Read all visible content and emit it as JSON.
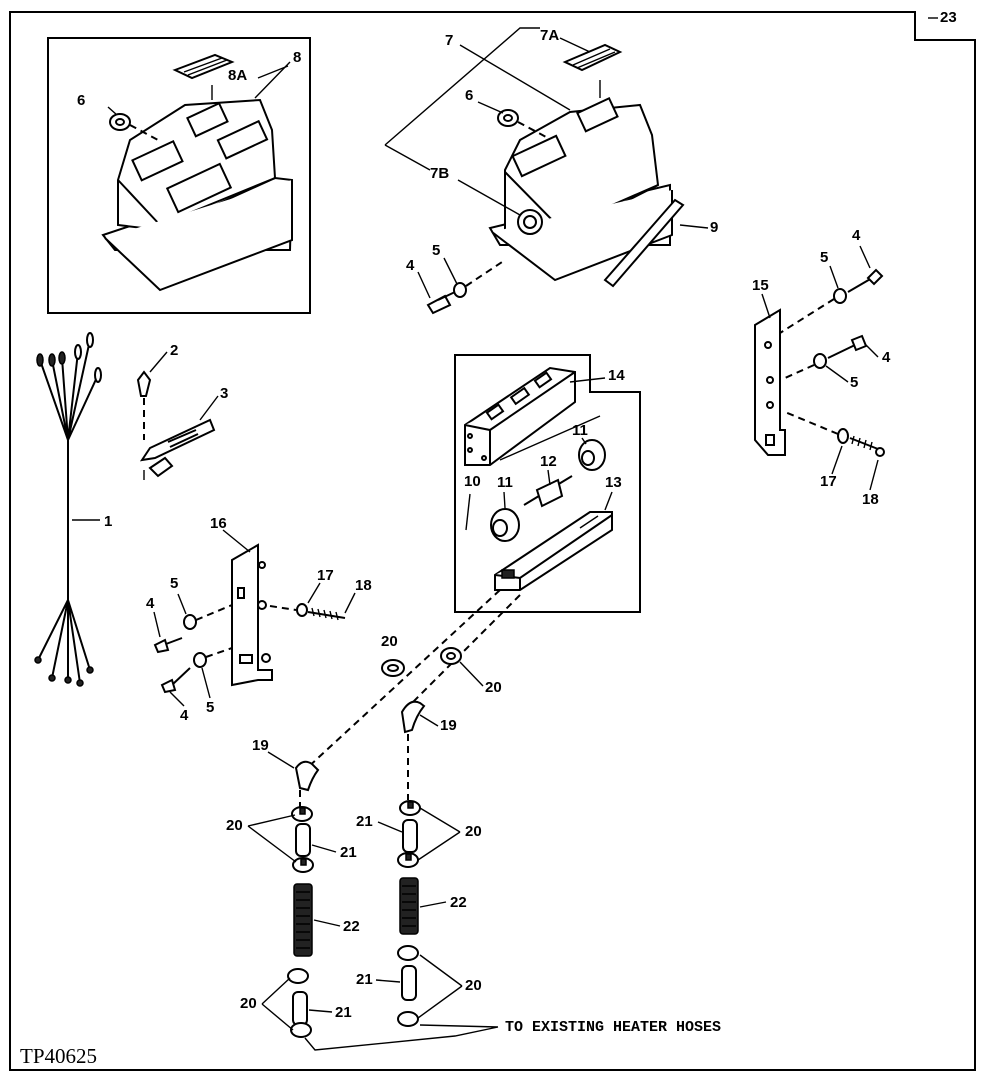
{
  "diagram": {
    "sheet_number": "23",
    "identifier": "TP40625",
    "note": "TO EXISTING HEATER HOSES",
    "callouts": {
      "c1": "1",
      "c2": "2",
      "c3": "3",
      "c4a": "4",
      "c4b": "4",
      "c4c": "4",
      "c4d": "4",
      "c4e": "4",
      "c5a": "5",
      "c5b": "5",
      "c5c": "5",
      "c5d": "5",
      "c5e": "5",
      "c6a": "6",
      "c6b": "6",
      "c7": "7",
      "c7a": "7A",
      "c7b": "7B",
      "c8": "8",
      "c8a": "8A",
      "c9": "9",
      "c10": "10",
      "c11a": "11",
      "c11b": "11",
      "c12": "12",
      "c13": "13",
      "c14": "14",
      "c15": "15",
      "c16": "16",
      "c17a": "17",
      "c17b": "17",
      "c18a": "18",
      "c18b": "18",
      "c19a": "19",
      "c19b": "19",
      "c20a": "20",
      "c20b": "20",
      "c20c": "20",
      "c20d": "20",
      "c20e": "20",
      "c20f": "20",
      "c21a": "21",
      "c21b": "21",
      "c21c": "21",
      "c21d": "21",
      "c22a": "22",
      "c22b": "22"
    }
  }
}
